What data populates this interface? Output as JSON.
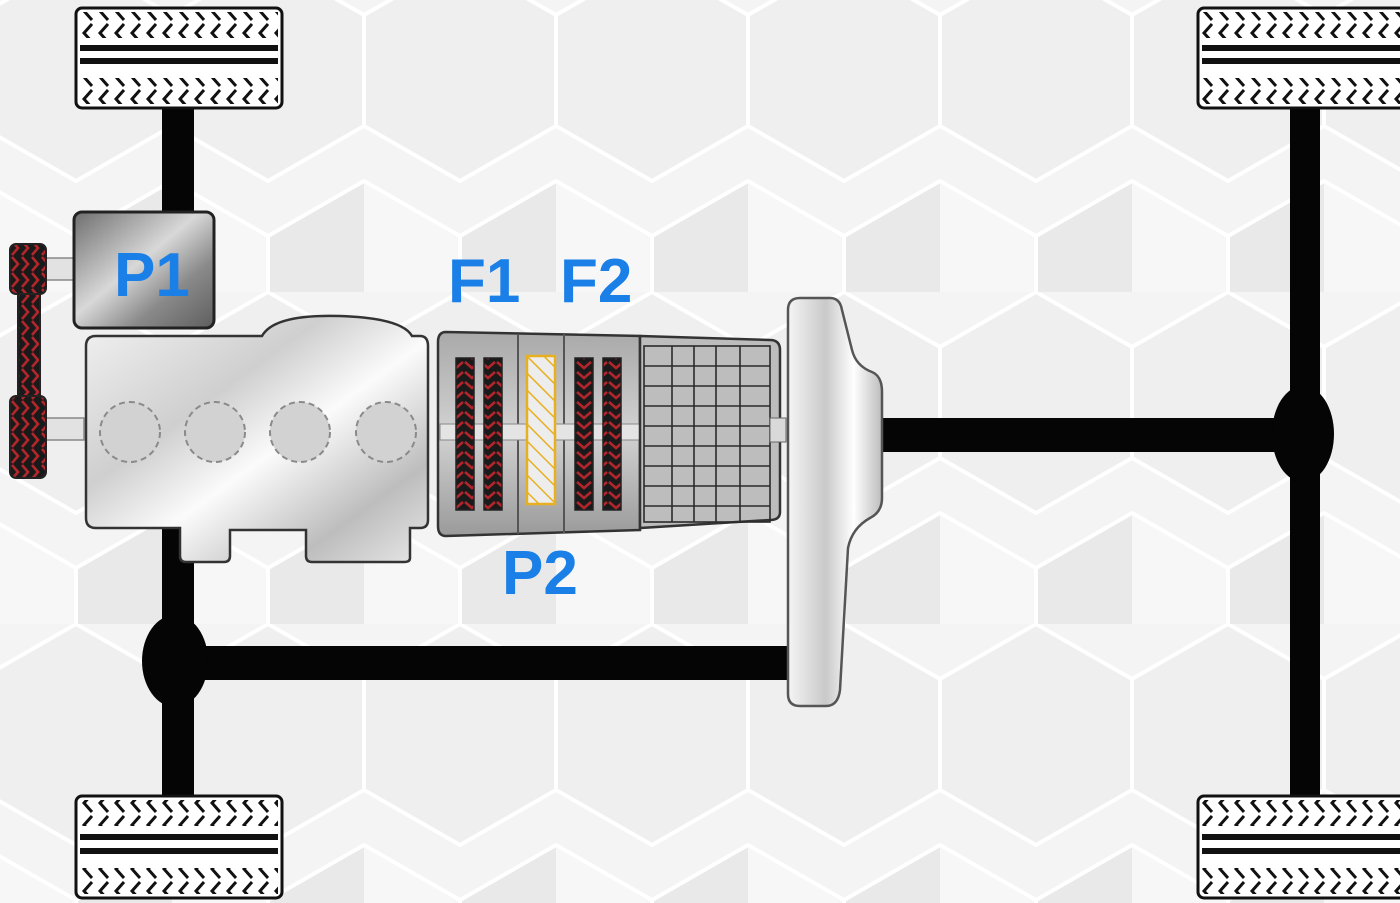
{
  "labels": {
    "p1": "P1",
    "p2": "P2",
    "f1": "F1",
    "f2": "F2"
  },
  "colors": {
    "label": "#1a7fe6",
    "shaft": "#050505",
    "clutch_red": "#b1262c",
    "clutch_yellow": "#e8b020",
    "casing_light": "#dcdcdc",
    "casing_dark": "#8a8a8a"
  },
  "icons": [
    "tire-icon",
    "engine-cylinder-icon",
    "differential-icon",
    "clutch-disc-icon",
    "pulley-icon"
  ]
}
